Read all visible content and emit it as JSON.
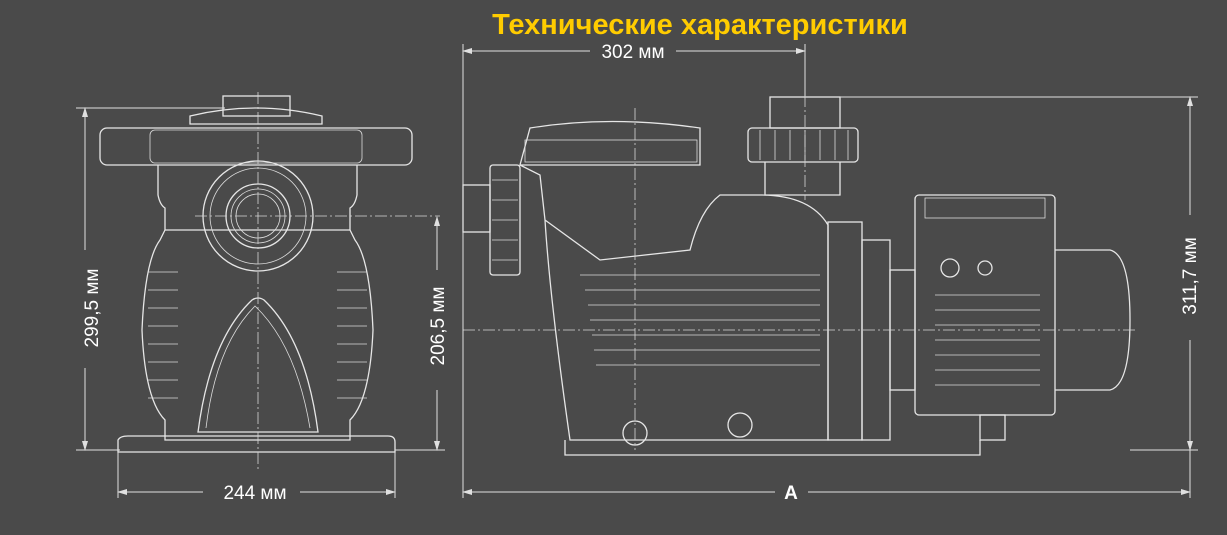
{
  "title": "Технические характеристики",
  "dimensions": {
    "front_width": "244 мм",
    "front_height": "299,5 мм",
    "inlet_height": "206,5 мм",
    "top_offset": "302 мм",
    "total_height": "311,7 мм",
    "total_length": "A"
  },
  "colors": {
    "background": "#4a4a4a",
    "title": "#ffcc00",
    "lines": "#e6e6e6"
  }
}
